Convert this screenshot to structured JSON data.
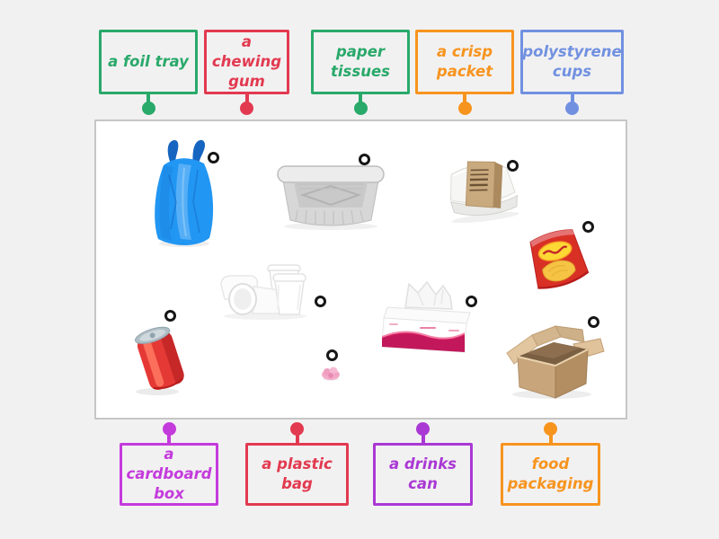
{
  "top_labels": [
    {
      "text": "a foil tray",
      "color": "#29a96a"
    },
    {
      "text": "a chewing gum",
      "color": "#e23a50"
    },
    {
      "text": "paper tissues",
      "color": "#29a96a"
    },
    {
      "text": "a crisp packet",
      "color": "#f7941e"
    },
    {
      "text": "polystyrene cups",
      "color": "#7191e0"
    }
  ],
  "bottom_labels": [
    {
      "text": "a cardboard box",
      "color": "#c43bdc"
    },
    {
      "text": "a plastic bag",
      "color": "#e23a50"
    },
    {
      "text": "a drinks can",
      "color": "#aa38d4"
    },
    {
      "text": "food packaging",
      "color": "#f7941e"
    }
  ],
  "canvas": {
    "background": "#ffffff",
    "items": [
      "plastic-bag-photo",
      "foil-tray-photo",
      "food-packaging-photo",
      "crisp-packet-photo",
      "polystyrene-cups-photo",
      "tissue-box-photo",
      "drinks-can-photo",
      "chewing-gum-photo",
      "cardboard-box-photo"
    ],
    "marker_icon": "ring-connection-point"
  },
  "page_background": "#f2f1f2"
}
